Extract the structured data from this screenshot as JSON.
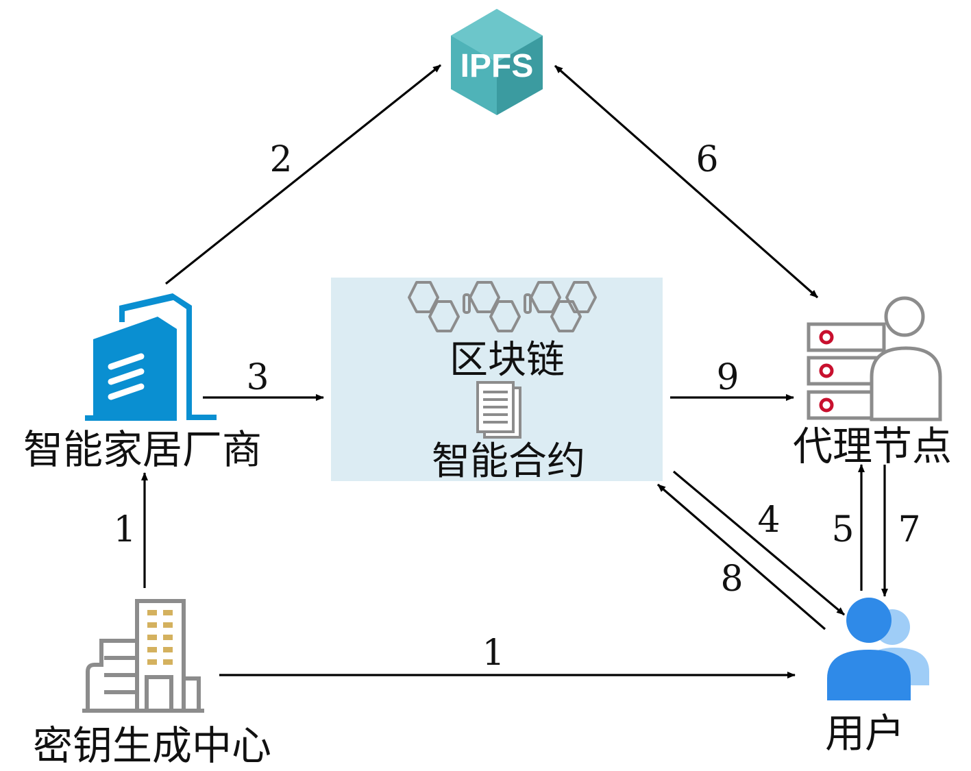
{
  "nodes": {
    "ipfs": {
      "logo_text": "IPFS"
    },
    "manufacturer": {
      "label": "智能家居厂商"
    },
    "blockchain": {
      "label": "区块链",
      "contract_label": "智能合约"
    },
    "proxy": {
      "label": "代理节点"
    },
    "kgc": {
      "label": "密钥生成中心"
    },
    "user": {
      "label": "用户"
    }
  },
  "edges": [
    {
      "from": "kgc",
      "to": "manufacturer",
      "label": "1"
    },
    {
      "from": "kgc",
      "to": "user",
      "label": "1"
    },
    {
      "from": "manufacturer",
      "to": "ipfs",
      "label": "2"
    },
    {
      "from": "manufacturer",
      "to": "blockchain",
      "label": "3"
    },
    {
      "from": "blockchain",
      "to": "user",
      "label": "4"
    },
    {
      "from": "user",
      "to": "proxy",
      "label": "5"
    },
    {
      "from": "proxy",
      "to": "ipfs",
      "label": "6",
      "bidirectional": true
    },
    {
      "from": "proxy",
      "to": "user",
      "label": "7"
    },
    {
      "from": "user",
      "to": "blockchain",
      "label": "8"
    },
    {
      "from": "blockchain",
      "to": "proxy",
      "label": "9"
    }
  ],
  "colors": {
    "ipfs_teal": "#4fb3b8",
    "building_blue": "#0a8fd1",
    "chain_box": "#dcecf3",
    "icon_gray": "#8c8c8c",
    "server_red": "#c8102e",
    "user_blue": "#2f8ae8",
    "user_light": "#9fcdf7",
    "window_gold": "#d4b15e"
  }
}
